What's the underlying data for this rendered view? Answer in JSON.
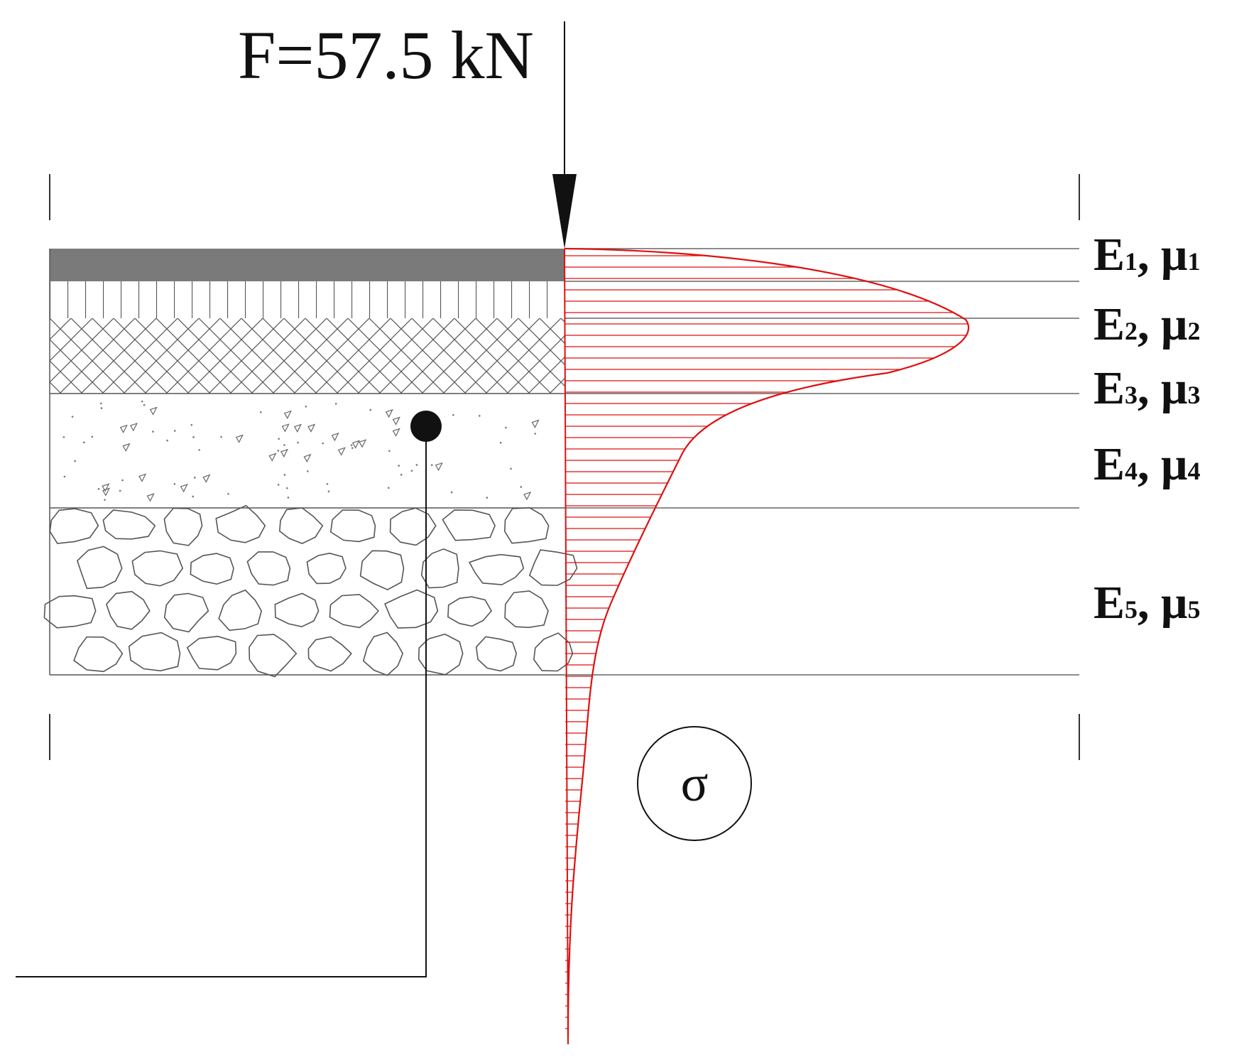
{
  "load": {
    "label": "F=57.5 kN"
  },
  "layers": [
    {
      "E": "E",
      "Esub": "1",
      "mu": "μ",
      "musub": "1"
    },
    {
      "E": "E",
      "Esub": "2",
      "mu": "μ",
      "musub": "2"
    },
    {
      "E": "E",
      "Esub": "3",
      "mu": "μ",
      "musub": "3"
    },
    {
      "E": "E",
      "Esub": "4",
      "mu": "μ",
      "musub": "4"
    },
    {
      "E": "E",
      "Esub": "5",
      "mu": "μ",
      "musub": "5"
    }
  ],
  "stress": {
    "symbol": "σ"
  },
  "colors": {
    "stress_curve": "#dd1111",
    "asphalt": "#7a7a7a",
    "line": "#333333"
  }
}
